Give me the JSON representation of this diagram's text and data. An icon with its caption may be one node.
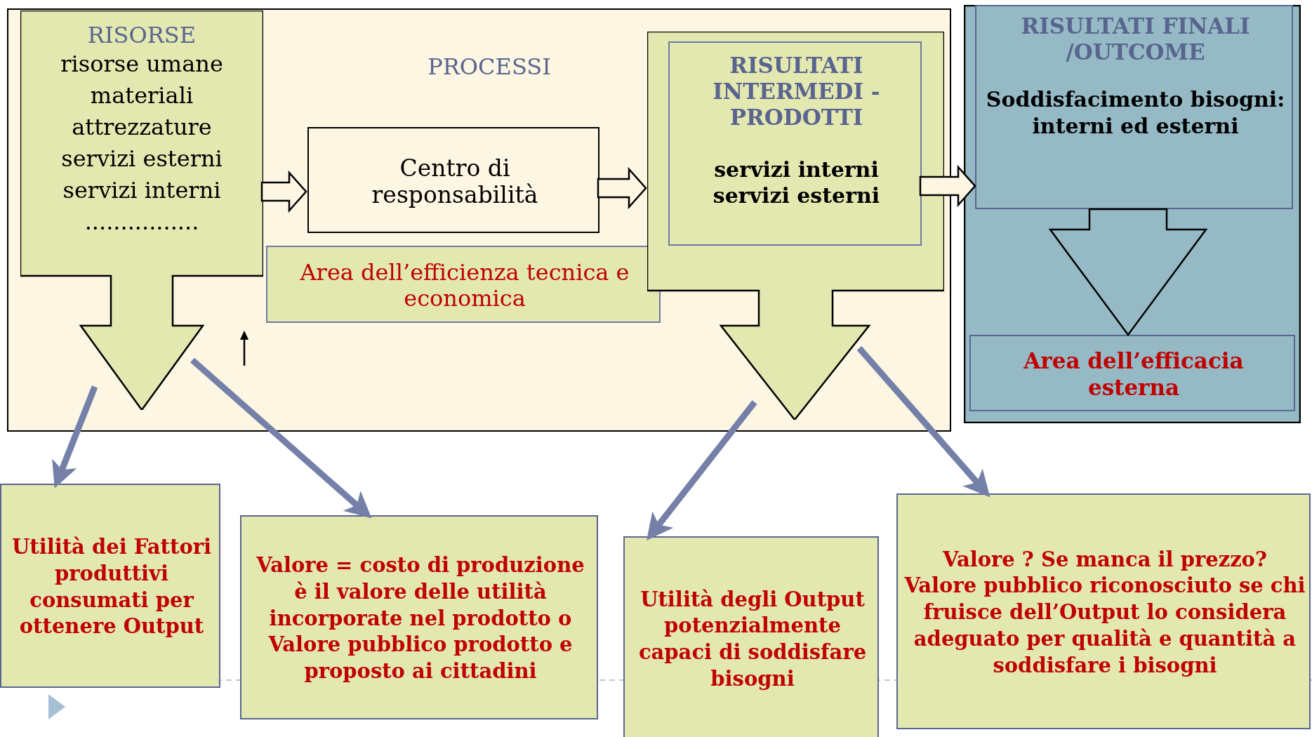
{
  "diagram": {
    "nodes": [
      {
        "text": [
          "PROCESSI"
        ]
      },
      {
        "text": [
          "RISORSE",
          "risorse umane",
          "materiali",
          "attrezzature",
          "servizi esterni",
          "servizi interni",
          "................"
        ],
        "in": 0
      },
      {
        "text": [
          "Centro di responsabilità"
        ],
        "in": 0
      },
      {
        "text": [
          "Area dell’efficienza tecnica e economica"
        ],
        "in": 0
      },
      {
        "text": [],
        "shape": "arrow",
        "in": 0
      },
      {
        "text": [
          "RISULTATI INTERMEDI - PRODOTTI",
          "servizi interni",
          "servizi esterni"
        ],
        "in": 4
      },
      {
        "text": [],
        "shape": "box"
      },
      {
        "text": [
          "RISULTATI FINALI /OUTCOME",
          "Soddisfacimento bisogni: interni ed esterni"
        ],
        "in": 6
      },
      {
        "text": [
          "Area dell’efficacia esterna"
        ],
        "in": 6
      },
      {
        "text": [
          "Utilità dei Fattori produttivi consumati per ottenere Output"
        ]
      },
      {
        "text": [
          "Valore = costo di produzione è il valore delle utilità incorporate nel prodotto o Valore pubblico prodotto e proposto ai cittadini"
        ]
      },
      {
        "text": [
          "Utilità degli Output potenzialmente capaci di soddisfare bisogni"
        ]
      },
      {
        "text": [
          "Valore ? Se manca il prezzo? Valore pubblico riconosciuto se chi fruisce dell’Output lo considera adeguato per qualità e quantità a soddisfare i bisogni"
        ]
      }
    ],
    "edges": [
      {
        "from": 1,
        "to": 2,
        "arrow": "to"
      },
      {
        "from": 2,
        "to": 4,
        "arrow": "to"
      },
      {
        "from": 5,
        "to": 7,
        "arrow": "to"
      },
      {
        "from": 7,
        "to": 8,
        "arrow": "to"
      },
      {
        "from": 1,
        "to": 9,
        "arrow": "to",
        "color": "#7480a8"
      },
      {
        "from": 1,
        "to": 10,
        "arrow": "to",
        "color": "#7480a8"
      },
      {
        "from": 4,
        "to": 11,
        "arrow": "to",
        "color": "#7480a8"
      },
      {
        "from": 4,
        "to": 12,
        "arrow": "to",
        "color": "#7480a8"
      }
    ]
  }
}
